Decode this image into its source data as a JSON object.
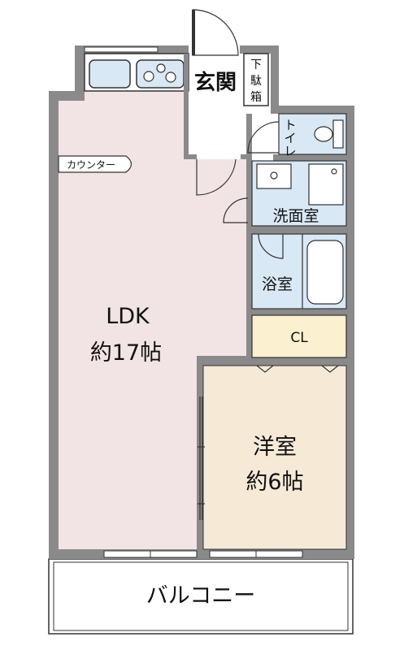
{
  "rooms": {
    "ldk_name": "LDK",
    "ldk_size": "約17帖",
    "western_name": "洋室",
    "western_size": "約6帖",
    "entrance": "玄関",
    "shoe_box": [
      "下",
      "駄",
      "箱"
    ],
    "toilet": [
      "ト",
      "イ",
      "レ"
    ],
    "washroom": "洗面室",
    "bath": "浴室",
    "closet": "CL",
    "counter": "カウンター",
    "balcony": "バルコニー"
  },
  "colors": {
    "ldk": "#f2e4e4",
    "western": "#f6ead7",
    "wet": "#d8e8f4",
    "closet": "#fbf0cf",
    "wall": "#8a8a8a",
    "line": "#333333"
  }
}
